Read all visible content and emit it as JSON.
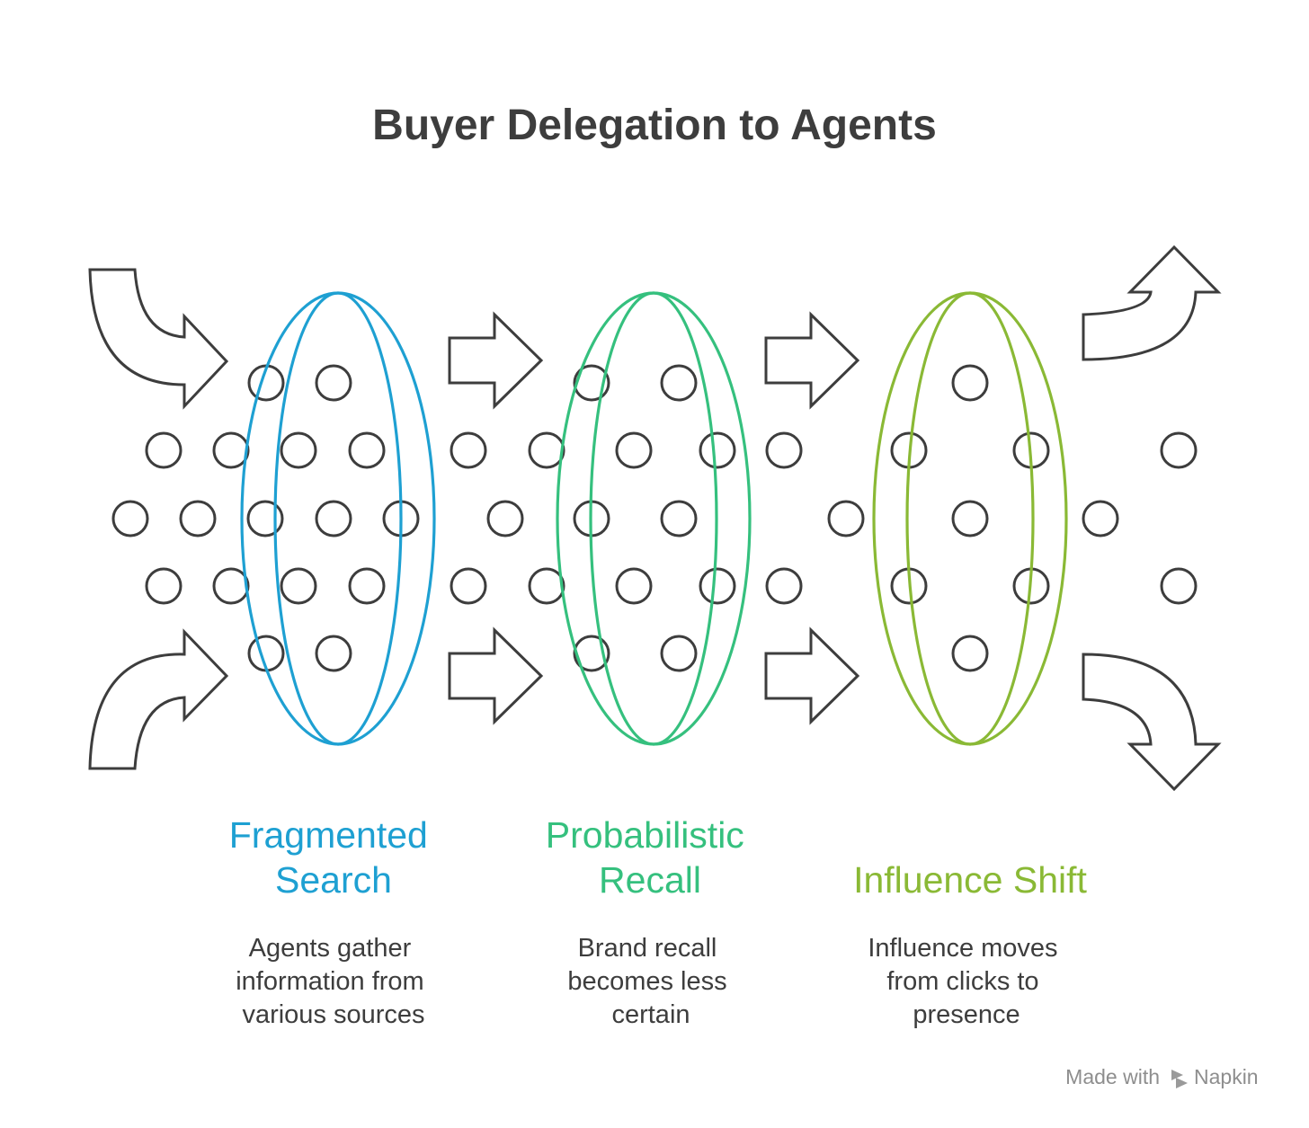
{
  "title": "Buyer Delegation to Agents",
  "stages": [
    {
      "title_lines": [
        "Fragmented",
        "Search"
      ],
      "description_lines": [
        "Agents gather",
        "information from",
        "various sources"
      ],
      "color": "#1ea0d2"
    },
    {
      "title_lines": [
        "Probabilistic",
        "Recall"
      ],
      "description_lines": [
        "Brand recall",
        "becomes less",
        "certain"
      ],
      "color": "#35c07e"
    },
    {
      "title_lines": [
        "Influence Shift"
      ],
      "description_lines": [
        "Influence moves",
        "from clicks to",
        "presence"
      ],
      "color": "#8ab935"
    }
  ],
  "footer": {
    "made_with": "Made with",
    "brand": "Napkin",
    "icon": "napkin-logo-icon"
  },
  "icons": {
    "arrow": "arrow-right-icon",
    "curved_arrow": "curved-arrow-icon",
    "dot": "circle-dot-icon"
  },
  "colors": {
    "outline": "#3d3d3d",
    "text": "#3d3d3d",
    "footer": "#8e8e8e"
  }
}
